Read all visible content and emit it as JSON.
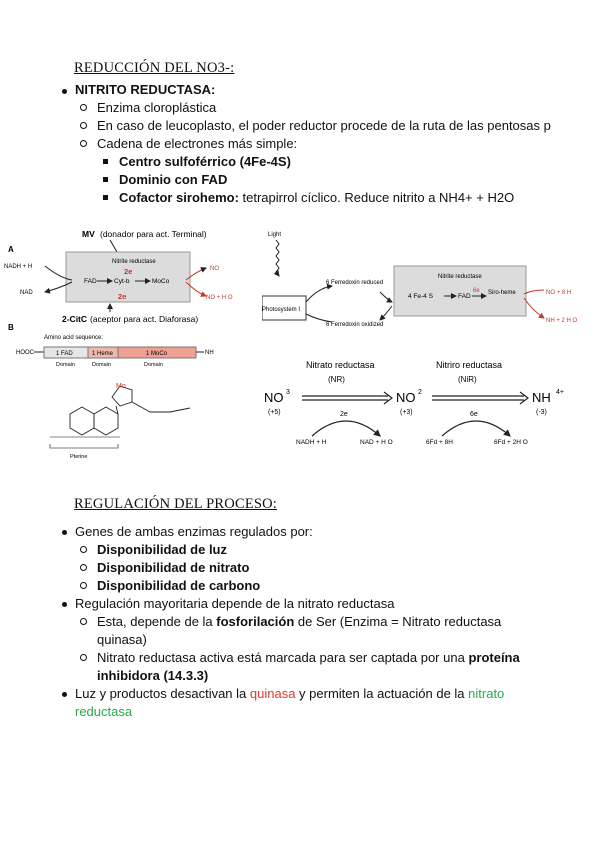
{
  "section1": {
    "heading": "REDUCCIÓN DEL NO3-:",
    "items": {
      "title": "NITRITO REDUCTASA:",
      "sub1": "Enzima cloroplástica",
      "sub2": "En caso de leucoplasto, el poder reductor procede de la ruta de las pentosas p",
      "sub3": "Cadena de electrones más simple:",
      "sq1": "Centro sulfoférrico (4Fe-4S)",
      "sq2": "Dominio con FAD",
      "sq3_bold": "Cofactor sirohemo:",
      "sq3_rest": " tetrapirrol cíclico. Reduce nitrito a NH4+ + H2O"
    }
  },
  "figA": {
    "label_a": "A",
    "label_b": "B",
    "mv": "MV",
    "mv_desc": "(donador para act. Terminal)",
    "nadh": "NADH + H",
    "nad": "NAD",
    "enzyme": "Nitrite reductase",
    "fad": "FAD",
    "cyt": "Cyt-b",
    "moco": "MoCo",
    "two_e_top": "2e",
    "two_e_bottom": "2e",
    "no3": "NO",
    "no2_h2o": "NO  + H O",
    "citc": "2-CitC",
    "citc_desc": "(aceptor para act. Diaforasa)",
    "aa_seq": "Amino acid sequence:",
    "hooc": "HOOC",
    "d1": "1 FAD",
    "d2": "1 Heme",
    "d3": "1 MoCo",
    "nh2": "NH",
    "domain": "Domain",
    "mo": "Mo",
    "pterine": "Pterine"
  },
  "figB": {
    "light": "Light",
    "photosystem": "Photosystem I",
    "ferred_red": "6 Ferredoxin reduced",
    "ferred_ox": "6 Ferredoxin oxidized",
    "enzyme": "Nitrite reductase",
    "fe4s": "4 Fe-4 S",
    "fad": "FAD",
    "six_e": "6e",
    "siroheme": "Siro-heme",
    "no2_in": "NO  + 8 H",
    "nh4_out": "NH  + 2 H O"
  },
  "figC": {
    "nr_name": "Nitrato reductasa",
    "nr_abbr": "(NR)",
    "nir_name": "Nitriro reductasa",
    "nir_abbr": "(NiR)",
    "no3": "NO",
    "no3_ox": "(+5)",
    "no2": "NO",
    "no2_ox": "(+3)",
    "nh4": "NH",
    "nh4_ox": "(-3)",
    "e2": "2e",
    "e6": "6e",
    "nadh": "NADH + H",
    "nad": "NAD  + H O",
    "fd_red": "6Fd   + 8H",
    "fd_ox": "6Fd   + 2H O"
  },
  "section2": {
    "heading": "REGULACIÓN DEL PROCESO:",
    "l1": "Genes de ambas enzimas regulados por:",
    "l1a": "Disponibilidad de luz",
    "l1b": "Disponibilidad de nitrato",
    "l1c": "Disponibilidad de carbono",
    "l2": "Regulación mayoritaria depende de la nitrato reductasa",
    "l2a_1": "Esta, depende de la ",
    "l2a_bold": "fosforilación",
    "l2a_2": " de Ser (Enzima = Nitrato reductasa",
    "l2a_3": "quinasa)",
    "l2b_1": "Nitrato reductasa activa está marcada para ser captada por una ",
    "l2b_bold": "proteína",
    "l2b_bold2": "inhibidora (14.3.3)",
    "l3_1": "Luz y productos desactivan la ",
    "l3_red": "quinasa",
    "l3_2": "  y permiten la actuación de la ",
    "l3_green": "nitrato",
    "l3_green2": "reductasa"
  }
}
